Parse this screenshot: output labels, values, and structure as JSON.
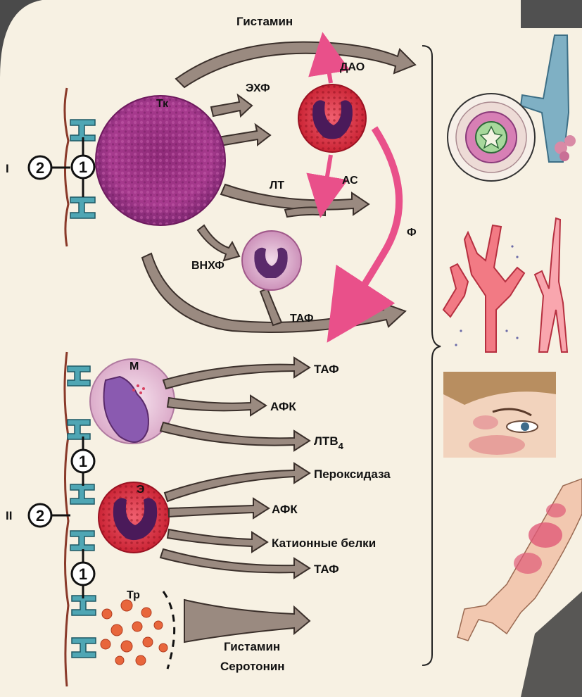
{
  "section_markers": {
    "one": "I",
    "two": "II",
    "circle_1": "1",
    "circle_2": "2"
  },
  "cells": {
    "mast_cell": "Тк",
    "macrophage": "М",
    "eosinophil": "Э",
    "platelets": "Тр"
  },
  "mediators_top": {
    "histamine": "Гистамин",
    "dao": "ДАО",
    "ecf": "ЭХФ",
    "lt": "ЛТ",
    "as": "АС",
    "f": "Ф",
    "vnhf": "ВНХФ",
    "taf": "ТАФ"
  },
  "mediators_macrophage": {
    "taf": "ТАФ",
    "afk": "АФК",
    "ltb4_main": "ЛТВ",
    "ltb4_sub": "4"
  },
  "mediators_eosinophil": {
    "peroxidase": "Пероксидаза",
    "afk": "АФК",
    "cationic": "Катионные белки",
    "taf": "ТАФ"
  },
  "mediators_platelets": {
    "histamine": "Гистамин",
    "serotonin": "Серотонин"
  },
  "colors": {
    "panel": "#f7f1e3",
    "arrow_fill": "#9a8a80",
    "arrow_stroke": "#3b302b",
    "mast_cell": "#a73a8e",
    "eosinophil": "#d8333f",
    "nucleus": "#5a2a6b",
    "pink_arrow": "#e9508a",
    "platelet": "#e8663c",
    "receptor": "#4fa6b4",
    "membrane": "#8a3a2a"
  }
}
